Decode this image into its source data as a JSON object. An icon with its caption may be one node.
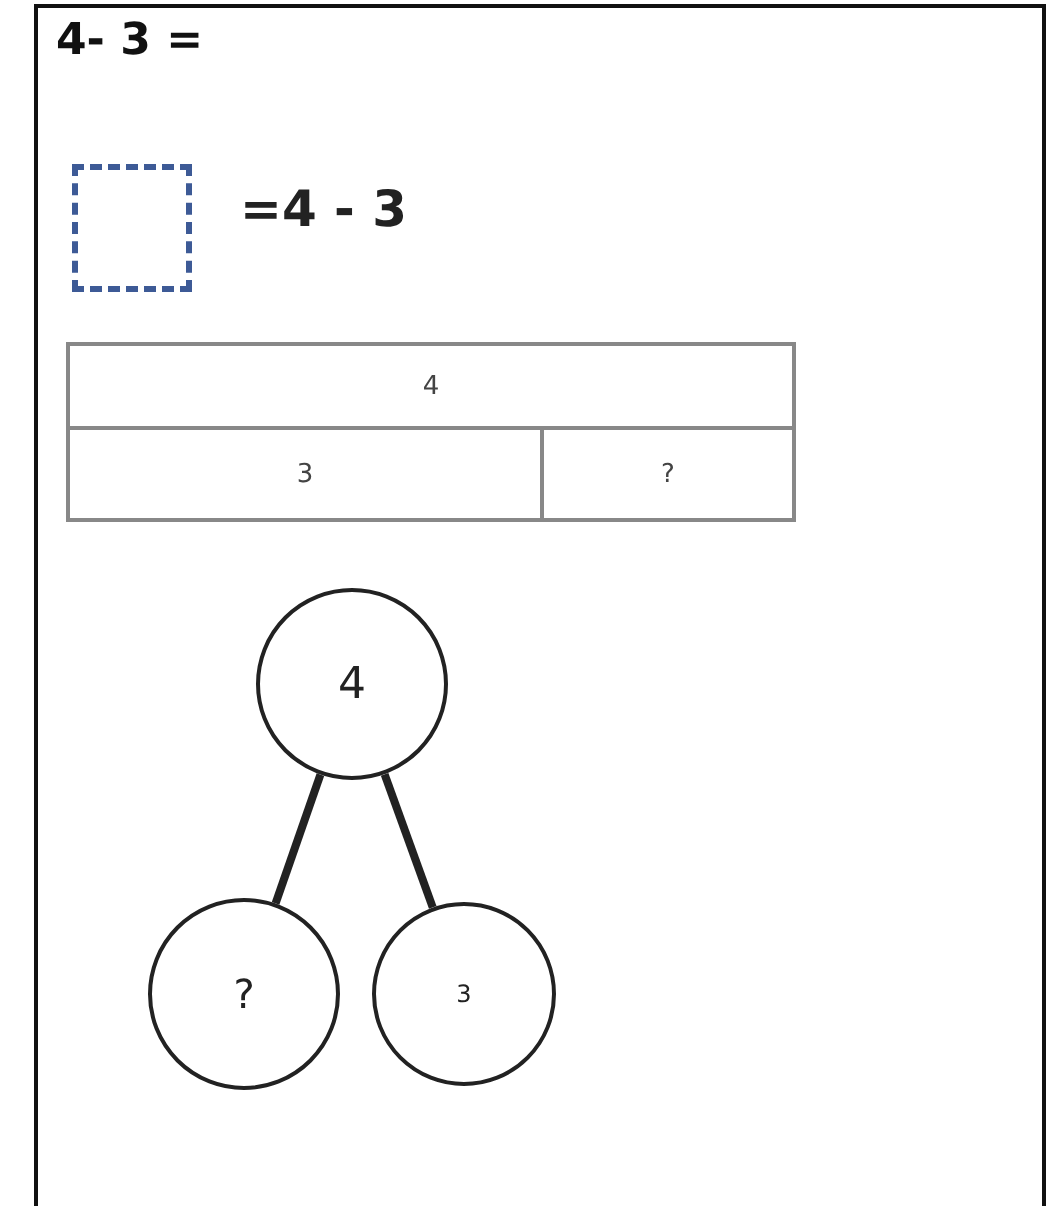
{
  "diagram": {
    "title": "4- 3 =",
    "nodes": [
      {
        "text": [],
        "shape": "box"
      },
      {
        "text": [
          "4"
        ]
      },
      {
        "text": [
          "3"
        ]
      },
      {
        "text": [
          "?"
        ]
      },
      {
        "text": [
          "4"
        ]
      },
      {
        "text": [
          "?"
        ]
      },
      {
        "text": [
          "3"
        ]
      }
    ],
    "edges": [
      {
        "from": 4,
        "to": 5,
        "arrow": "none"
      },
      {
        "from": 4,
        "to": 6,
        "arrow": "none"
      }
    ],
    "labels": [
      "=4 - 3"
    ]
  }
}
